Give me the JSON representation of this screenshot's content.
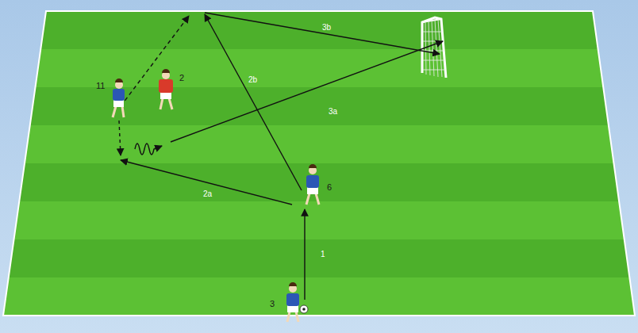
{
  "diagram": {
    "labels": [
      "11",
      "2",
      "6",
      "3",
      "1",
      "2a",
      "2b",
      "3a",
      "3b"
    ]
  }
}
